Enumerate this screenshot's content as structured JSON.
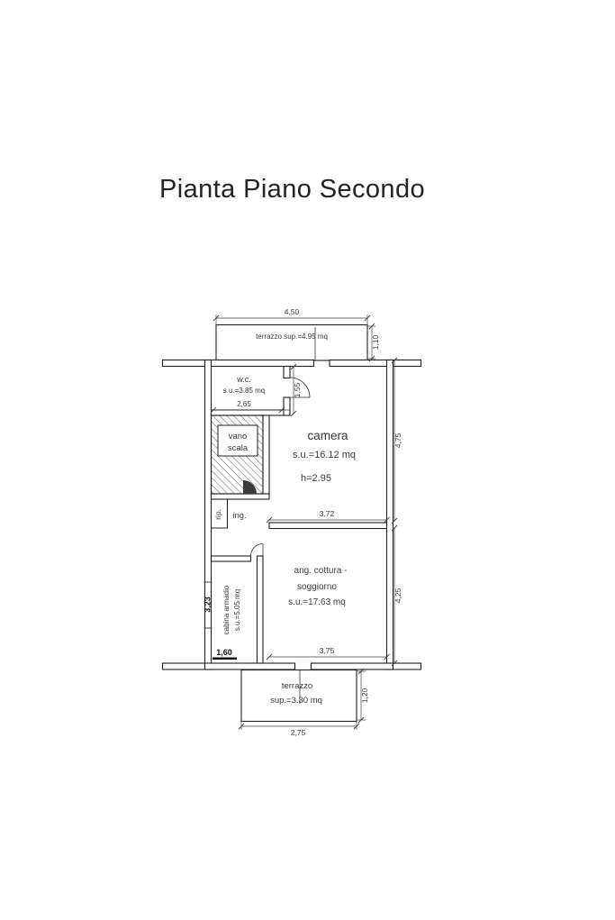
{
  "title": "Pianta Piano Secondo",
  "rooms": {
    "terrace_top": {
      "label": "terrazzo sup.=4.95 mq"
    },
    "wc": {
      "name": "w.c.",
      "area": "s.u.=3.85 mq"
    },
    "vano_scala": {
      "line1": "vano",
      "line2": "scala"
    },
    "camera": {
      "name": "camera",
      "area": "s.u.=16.12 mq",
      "height": "h=2.95"
    },
    "rip": {
      "name": "rip."
    },
    "ing": {
      "name": "ing."
    },
    "cabina_armadio": {
      "name": "cabina armadio",
      "area": "s.u.=5.05 mq"
    },
    "soggiorno": {
      "name_line1": "ang. cottura -",
      "name_line2": "soggiorno",
      "area": "s.u.=17.63 mq"
    },
    "terrace_bottom": {
      "name": "terrazzo",
      "area": "sup.=3.30 mq"
    }
  },
  "dimensions": {
    "top_width": "4,50",
    "terrace_top_depth": "1,10",
    "wc_side": "1,55",
    "wc_width": "2,65",
    "camera_depth": "4,75",
    "camera_width": "3,72",
    "soggiorno_depth": "4,25",
    "soggiorno_width": "3,75",
    "cabina_depth": "3,23",
    "cabina_width": "1,60",
    "terrace_bottom_depth": "1,20",
    "terrace_bottom_width": "2,75"
  },
  "colors": {
    "line": "#1f1f1f",
    "text": "#3a3a3a",
    "background": "#ffffff"
  }
}
